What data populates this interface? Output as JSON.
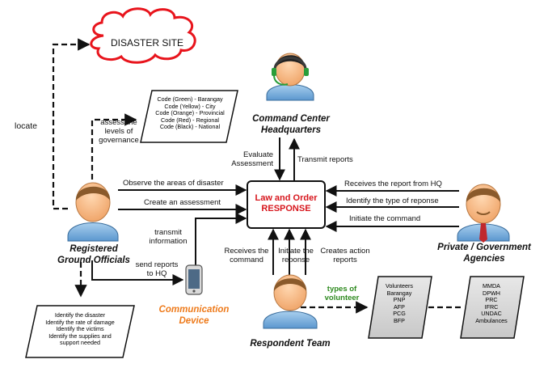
{
  "disaster_site": "DISASTER SITE",
  "center": {
    "line1": "Law and Order",
    "line2": "RESPONSE"
  },
  "actors": {
    "command_center": {
      "line1": "Command Center",
      "line2": "Headquarters"
    },
    "ground_officials": {
      "line1": "Registered",
      "line2": "Ground Officials"
    },
    "agencies": {
      "line1": "Private / Government",
      "line2": "Agencies"
    },
    "respondent": "Respondent Team",
    "device": {
      "line1": "Communication",
      "line2": "Device"
    }
  },
  "labels": {
    "locate": "locate",
    "assess_levels": [
      "assess the",
      "levels of",
      "governance"
    ],
    "evaluate": [
      "Evaluate",
      "Assessment"
    ],
    "transmit_reports": "Transmit reports",
    "observe": "Observe the areas of disaster",
    "create_assessment": "Create an assessment",
    "transmit_info": [
      "transmit",
      "information"
    ],
    "send_reports": [
      "send reports",
      "to HQ"
    ],
    "receives_report": "Receives the report from HQ",
    "identify_type": "Identify the type of reponse",
    "initiate_command": "Initiate the command",
    "receives_command": [
      "Receives the",
      "command"
    ],
    "initiate_response": [
      "Initiate the",
      "reponse"
    ],
    "creates_action": [
      "Creates action",
      "reports"
    ],
    "types_of_volunteer": [
      "types of",
      "volunteer"
    ]
  },
  "codes": [
    "Code (Green) - Barangay",
    "Code (Yellow) - City",
    "Code (Orange) - Provincial",
    "Code (Red) - Regional",
    "Code (Black) - National"
  ],
  "identify_list": [
    "Identify the disaster",
    "Identify the rate of damage",
    "Identify the victims",
    "Identify the supplies and",
    "support needed"
  ],
  "volunteers": [
    "Volunteers",
    "Barangay",
    "PNP",
    "AFP",
    "PCG",
    "BFP"
  ],
  "agencies_list": [
    "MMDA",
    "DPWH",
    "PRC",
    "IFRC",
    "UNDAC",
    "Ambulances"
  ],
  "colors": {
    "cloud_stroke": "#e8141c",
    "center_text": "#d7161d",
    "device_text": "#ee7b1c",
    "volunteer_text": "#2e8a1f",
    "gray_box": "#d9d9d9"
  },
  "icons": [
    "cloud-icon",
    "person-icon",
    "headset-icon",
    "smartphone-icon",
    "tie-icon"
  ]
}
